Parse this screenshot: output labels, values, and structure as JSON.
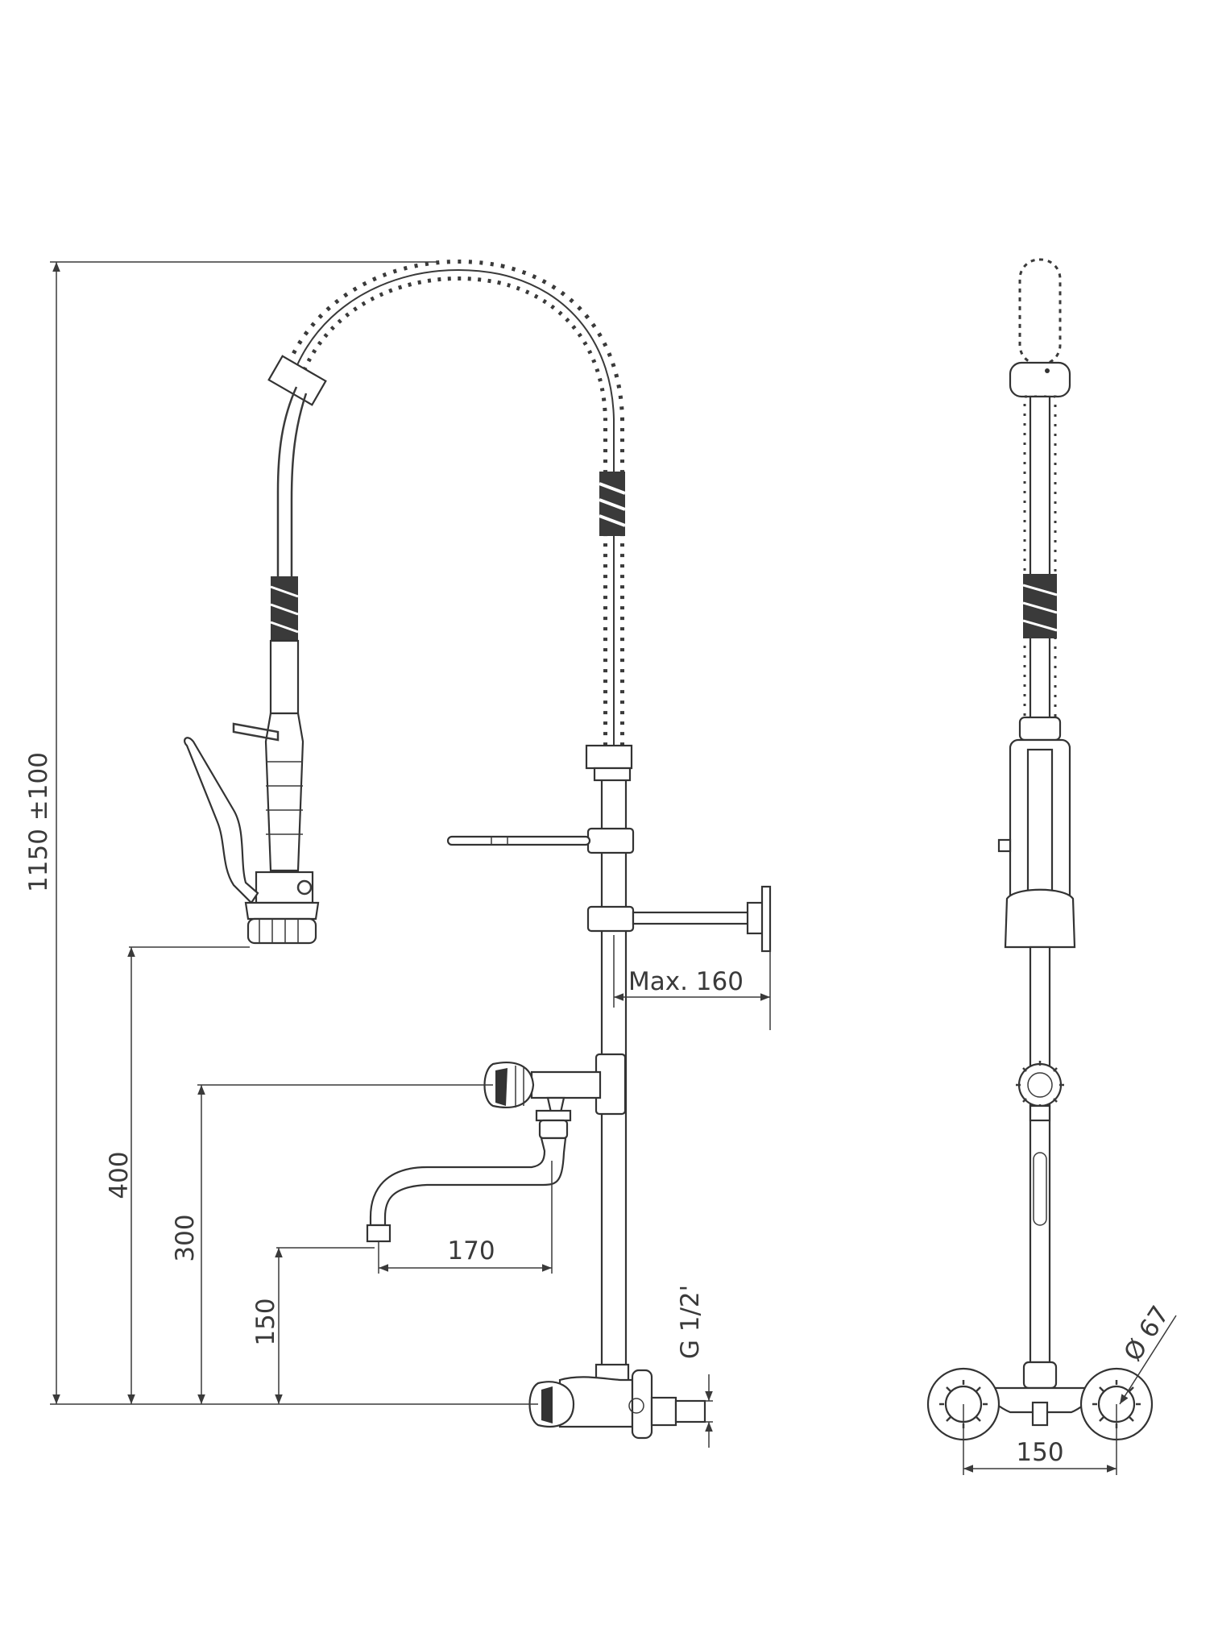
{
  "dimensions": {
    "overall_height": "1150 ±100",
    "shower_height": "400",
    "valve_height": "300",
    "spout_height": "150",
    "spout_reach": "170",
    "bracket_max": "Max. 160",
    "inlet_thread": "G 1/2'",
    "center_distance": "150",
    "flange_diameter": "Ø 67"
  },
  "colors": {
    "line": "#3a3a3a",
    "background": "#ffffff"
  }
}
